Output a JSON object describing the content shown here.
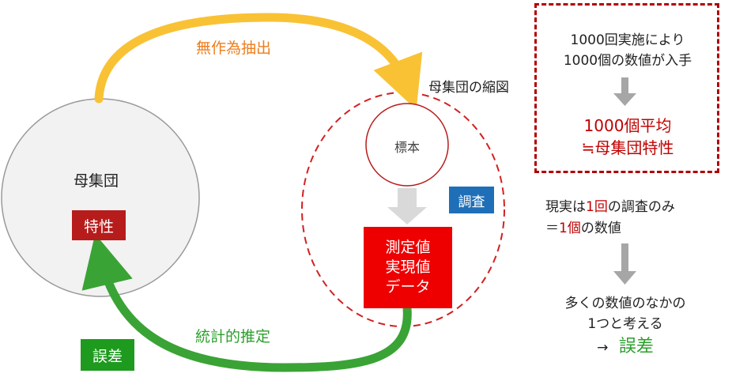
{
  "population": {
    "title": "母集団",
    "trait_label": "特性"
  },
  "arrows": {
    "random_sampling": "無作為抽出",
    "statistical_estimation": "統計的推定"
  },
  "sample_area": {
    "reduced_label": "母集団の縮図",
    "sample_label": "標本",
    "survey_badge": "調査",
    "data_lines": [
      "測定値",
      "実現値",
      "データ"
    ]
  },
  "error_badge": "誤差",
  "ideal_box": {
    "line1": "1000回実施により",
    "line2": "1000個の数値が入手",
    "result_line1": "1000個平均",
    "result_line2": "≒母集団特性"
  },
  "reality": {
    "line1_pre": "現実は",
    "line1_num": "1回",
    "line1_post": "の調査のみ",
    "line2_pre": "＝",
    "line2_num": "1個",
    "line2_post": "の数値",
    "line3": "多くの数値のなかの",
    "line4": "1つと考える",
    "arrow": "→",
    "error_word": "誤差"
  },
  "colors": {
    "sampling_arrow": "#f9c235",
    "sampling_text": "#ee7d1c",
    "estimation_arrow": "#3aa335",
    "estimation_text": "#2c9f2c",
    "trait_bg": "#b71c1c",
    "data_bg": "#ee0000",
    "survey_bg": "#1f6fb8",
    "error_bg": "#1e9a1e",
    "dashed_red": "#d32020",
    "gray_arrow": "#a6a6a6"
  }
}
